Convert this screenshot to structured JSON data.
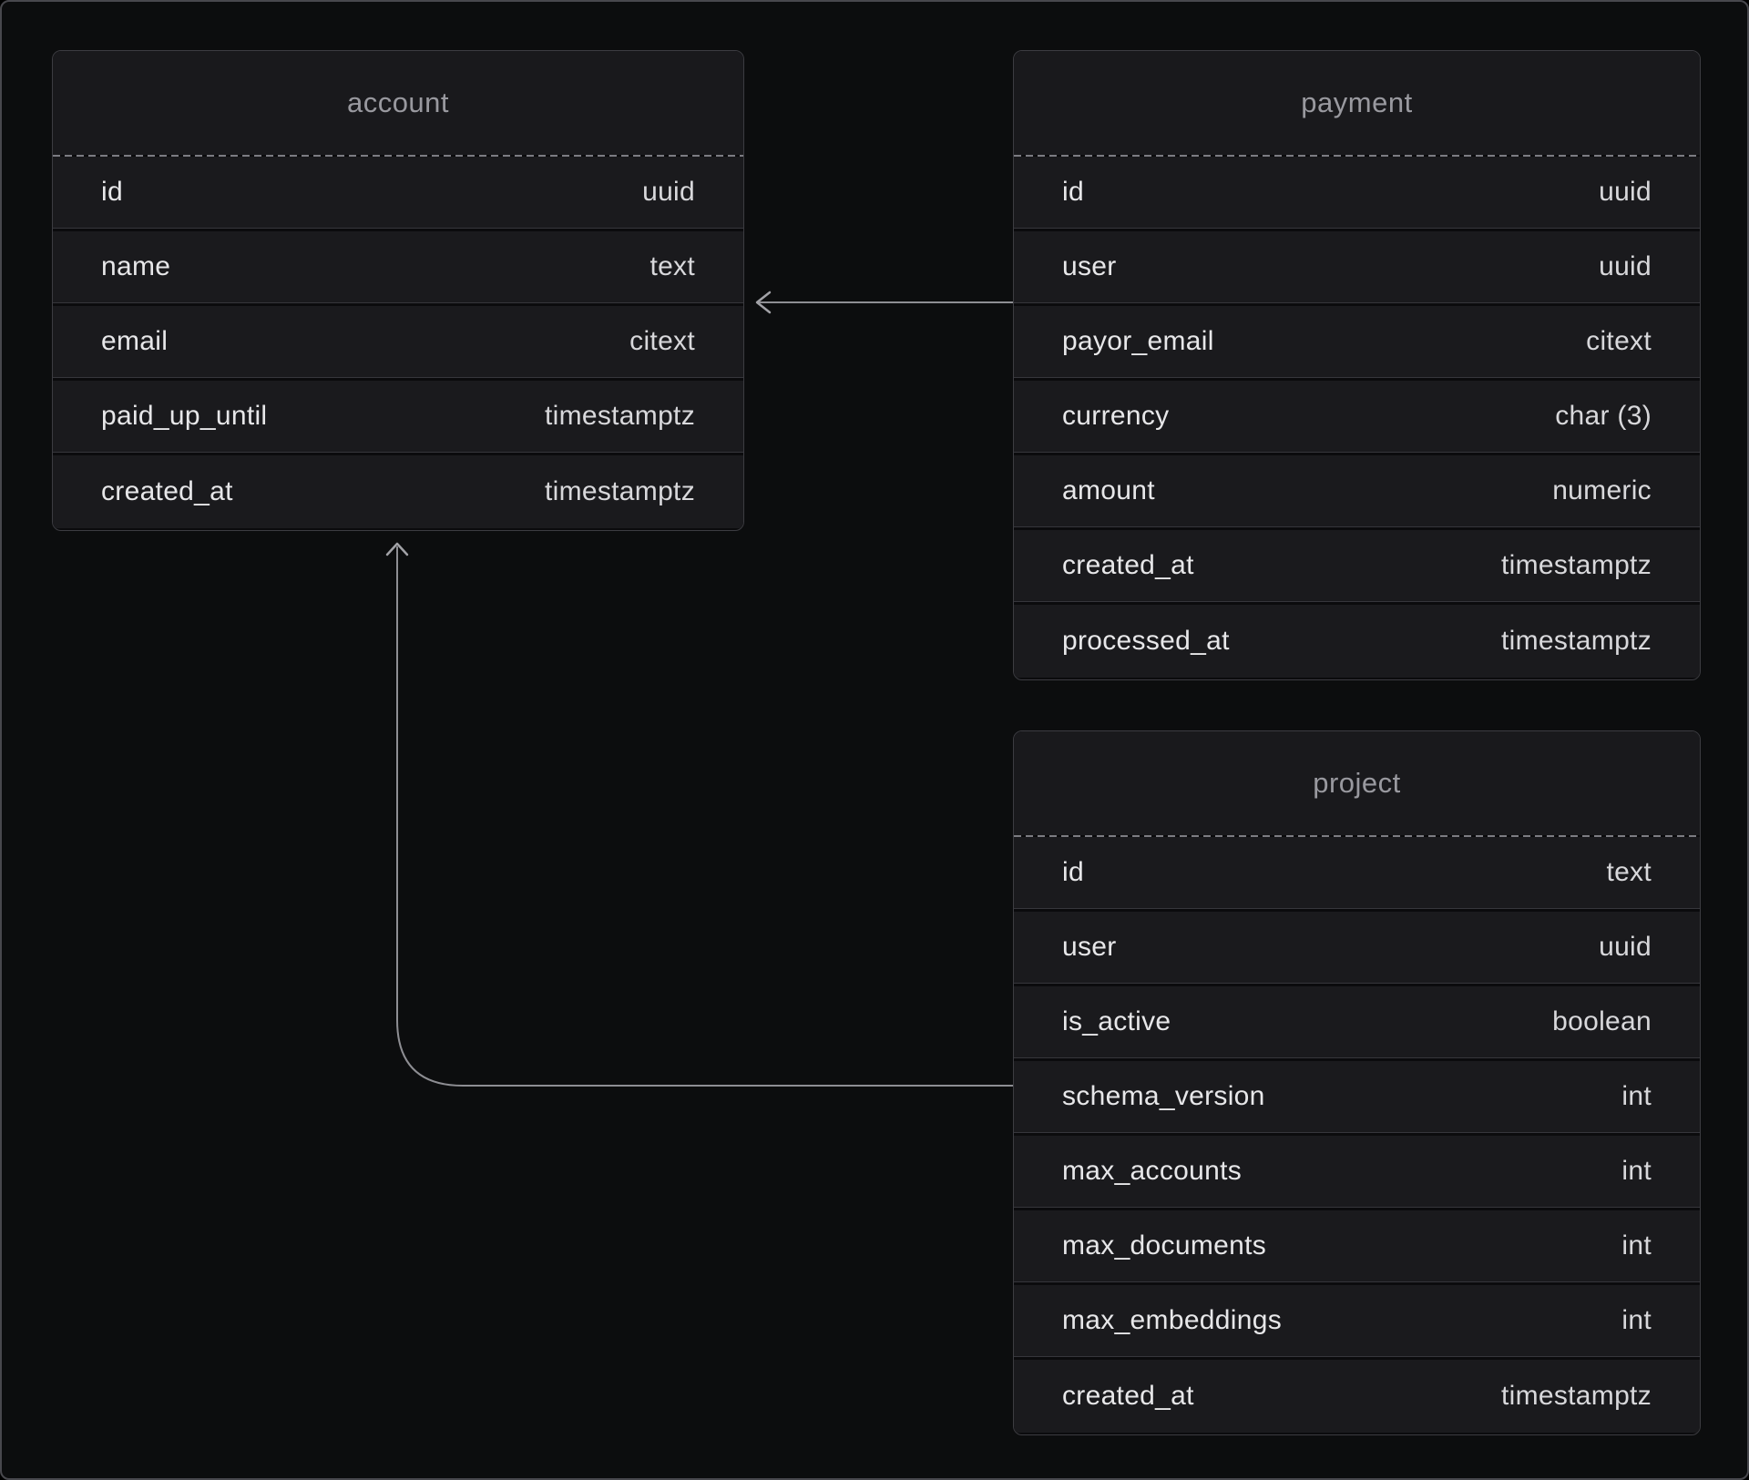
{
  "diagram": {
    "kind": "database-schema",
    "theme": {
      "canvas_bg": "#0c0d0e",
      "node_bg": "#1a1a1d",
      "node_border": "#3c3c41",
      "title_color": "#99999f",
      "field_color": "#e7e7e9",
      "type_color": "#d8d8db",
      "edge_color": "#8e8e93"
    }
  },
  "tables": [
    {
      "id": "account",
      "title": "account",
      "columns": [
        {
          "name": "id",
          "type": "uuid"
        },
        {
          "name": "name",
          "type": "text"
        },
        {
          "name": "email",
          "type": "citext"
        },
        {
          "name": "paid_up_until",
          "type": "timestamptz"
        },
        {
          "name": "created_at",
          "type": "timestamptz"
        }
      ]
    },
    {
      "id": "payment",
      "title": "payment",
      "columns": [
        {
          "name": "id",
          "type": "uuid"
        },
        {
          "name": "user",
          "type": "uuid"
        },
        {
          "name": "payor_email",
          "type": "citext"
        },
        {
          "name": "currency",
          "type": "char (3)"
        },
        {
          "name": "amount",
          "type": "numeric"
        },
        {
          "name": "created_at",
          "type": "timestamptz"
        },
        {
          "name": "processed_at",
          "type": "timestamptz"
        }
      ]
    },
    {
      "id": "project",
      "title": "project",
      "columns": [
        {
          "name": "id",
          "type": "text"
        },
        {
          "name": "user",
          "type": "uuid"
        },
        {
          "name": "is_active",
          "type": "boolean"
        },
        {
          "name": "schema_version",
          "type": "int"
        },
        {
          "name": "max_accounts",
          "type": "int"
        },
        {
          "name": "max_documents",
          "type": "int"
        },
        {
          "name": "max_embeddings",
          "type": "int"
        },
        {
          "name": "created_at",
          "type": "timestamptz"
        }
      ]
    }
  ],
  "relationships": [
    {
      "from_table": "payment",
      "to_table": "account",
      "arrowhead": "chevron pointing left into account right side"
    },
    {
      "from_table": "project",
      "to_table": "account",
      "arrowhead": "chevron pointing up into account bottom side"
    }
  ]
}
